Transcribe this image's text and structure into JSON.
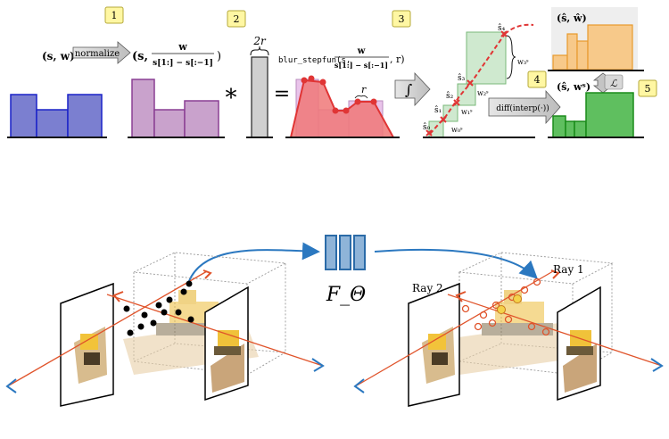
{
  "badges": [
    "1",
    "2",
    "3",
    "4",
    "5"
  ],
  "pipeline": {
    "input_pair": "(s, w)",
    "normalize_label": "normalize",
    "normalized_prefix": "(s,",
    "fraction_num": "w",
    "fraction_den": "s[1:] − s[:−1]",
    "close_paren": ")",
    "convolve_symbol": "*",
    "kernel_width_label": "2r",
    "equals_symbol": "=",
    "blur_prefix": "blur_stepfun(s,",
    "blur_suffix": ", r)",
    "blur_radius_label": "r",
    "integral_symbol": "∫",
    "diff_label": "diff(interp(·))",
    "loss_symbol": "ℒ",
    "target_pair": "(ŝ, ŵ)",
    "resampled_pair": "(ŝ, wˢ)",
    "s_hat_labels": [
      "ŝ₀",
      "ŝ₁",
      "ŝ₂",
      "ŝ₃",
      "ŝ₄"
    ],
    "w_labels": [
      "w₀ˢ",
      "w₁ˢ",
      "w₂ˢ",
      "w₃ˢ"
    ]
  },
  "scene": {
    "network_label": "F_Θ",
    "ray1_label": "Ray 1",
    "ray2_label": "Ray 2"
  },
  "colors": {
    "blue_hist": "#7b7fd0",
    "purple_hist": "#c9a2cc",
    "red_curve": "#e03535",
    "orange_hist": "#f7c98a",
    "green_hist": "#5fbf5f",
    "arrow_blue": "#2b78c0",
    "ray_red": "#e0532a",
    "badge_fill": "#fff7a3"
  }
}
